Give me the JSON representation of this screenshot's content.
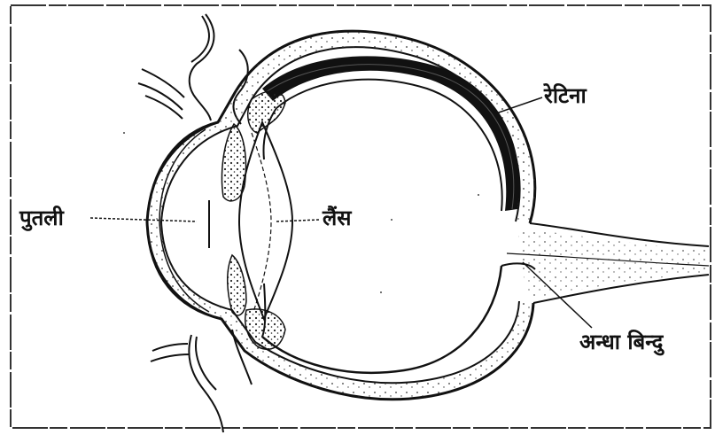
{
  "diagram": {
    "labels": {
      "retina": "रेटिना",
      "pupil": "पुतली",
      "lens": "लैंस",
      "blind_spot": "अन्धा बिन्दु"
    }
  }
}
